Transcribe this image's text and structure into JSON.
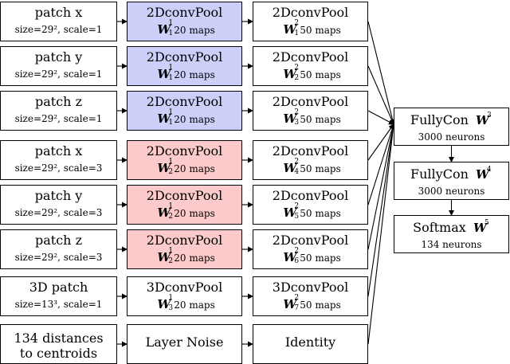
{
  "colors": {
    "blue": "#cccff8",
    "red": "#fccaca",
    "line": "#000000"
  },
  "rows": [
    {
      "input": {
        "title": "patch x",
        "detail": "size=29², scale=1"
      },
      "conv1": {
        "label": "2DconvPool",
        "weight": "W",
        "sub": "1",
        "sup": "1",
        "maps": "20 maps",
        "color": "blue"
      },
      "conv2": {
        "label": "2DconvPool",
        "weight": "W",
        "sub": "1",
        "sup": "2",
        "maps": "50 maps"
      }
    },
    {
      "input": {
        "title": "patch y",
        "detail": "size=29², scale=1"
      },
      "conv1": {
        "label": "2DconvPool",
        "weight": "W",
        "sub": "1",
        "sup": "1",
        "maps": "20 maps",
        "color": "blue"
      },
      "conv2": {
        "label": "2DconvPool",
        "weight": "W",
        "sub": "2",
        "sup": "2",
        "maps": "50 maps"
      }
    },
    {
      "input": {
        "title": "patch z",
        "detail": "size=29², scale=1"
      },
      "conv1": {
        "label": "2DconvPool",
        "weight": "W",
        "sub": "1",
        "sup": "1",
        "maps": "20 maps",
        "color": "blue"
      },
      "conv2": {
        "label": "2DconvPool",
        "weight": "W",
        "sub": "3",
        "sup": "2",
        "maps": "50 maps"
      }
    },
    {
      "input": {
        "title": "patch x",
        "detail": "size=29², scale=3"
      },
      "conv1": {
        "label": "2DconvPool",
        "weight": "W",
        "sub": "2",
        "sup": "1",
        "maps": "20 maps",
        "color": "red"
      },
      "conv2": {
        "label": "2DconvPool",
        "weight": "W",
        "sub": "4",
        "sup": "2",
        "maps": "50 maps"
      }
    },
    {
      "input": {
        "title": "patch y",
        "detail": "size=29², scale=3"
      },
      "conv1": {
        "label": "2DconvPool",
        "weight": "W",
        "sub": "2",
        "sup": "1",
        "maps": "20 maps",
        "color": "red"
      },
      "conv2": {
        "label": "2DconvPool",
        "weight": "W",
        "sub": "5",
        "sup": "2",
        "maps": "50 maps"
      }
    },
    {
      "input": {
        "title": "patch z",
        "detail": "size=29², scale=3"
      },
      "conv1": {
        "label": "2DconvPool",
        "weight": "W",
        "sub": "2",
        "sup": "1",
        "maps": "20 maps",
        "color": "red"
      },
      "conv2": {
        "label": "2DconvPool",
        "weight": "W",
        "sub": "6",
        "sup": "2",
        "maps": "50 maps"
      }
    },
    {
      "input": {
        "title": "3D patch",
        "detail": "size=13³, scale=1"
      },
      "conv1": {
        "label": "3DconvPool",
        "weight": "W",
        "sub": "3",
        "sup": "1",
        "maps": "20 maps",
        "color": "white"
      },
      "conv2": {
        "label": "3DconvPool",
        "weight": "W",
        "sub": "7",
        "sup": "2",
        "maps": "50 maps"
      }
    }
  ],
  "distances": {
    "line1": "134 distances",
    "line2": "to centroids",
    "noise": "Layer Noise",
    "identity": "Identity"
  },
  "head": [
    {
      "label": "FullyCon",
      "weight": "W",
      "sup": "3",
      "detail": "3000 neurons"
    },
    {
      "label": "FullyCon",
      "weight": "W",
      "sup": "4",
      "detail": "3000 neurons"
    },
    {
      "label": "Softmax",
      "weight": "W",
      "sup": "5",
      "detail": "134 neurons"
    }
  ]
}
